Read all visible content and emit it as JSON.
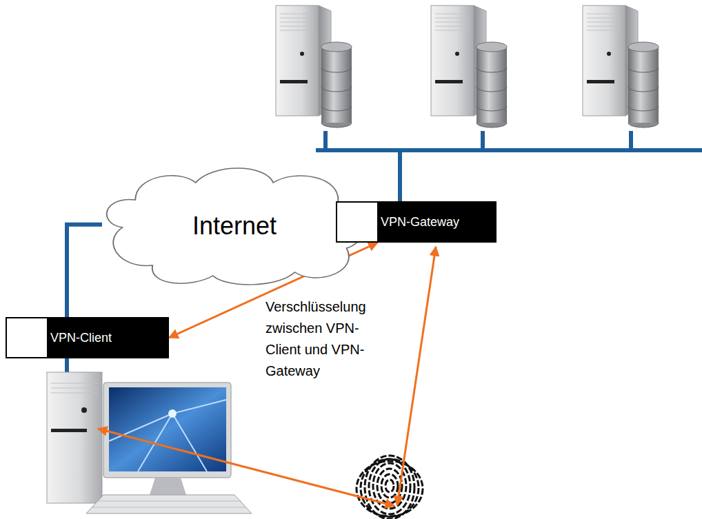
{
  "diagram": {
    "nodes": [
      {
        "text": [
          "Internet"
        ]
      },
      {
        "text": [
          "VPN-Gateway"
        ]
      },
      {
        "text": [
          "VPN-Client"
        ]
      }
    ],
    "edges": [
      {
        "from": 0,
        "to": 1,
        "arrow": "none"
      },
      {
        "from": 0,
        "to": 2,
        "arrow": "none"
      },
      {
        "from": 2,
        "to": 1,
        "arrow": "both"
      }
    ],
    "labels": [
      "Verschlüsselung zwischen VPN-Client und VPN-Gateway"
    ]
  }
}
